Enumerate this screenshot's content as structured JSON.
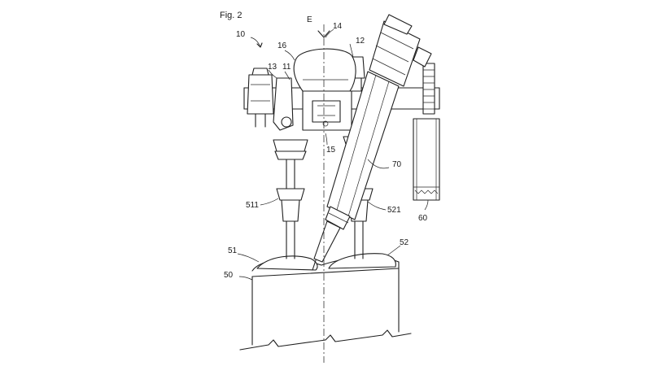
{
  "figure": {
    "title": "Fig. 2",
    "labels": {
      "l10": "10",
      "lE": "E",
      "l14": "14",
      "l16": "16",
      "l12": "12",
      "l13": "13",
      "l11": "11",
      "l15": "15",
      "l70": "70",
      "l511": "511",
      "l521": "521",
      "l60": "60",
      "l51": "51",
      "l52": "52",
      "l50": "50"
    }
  }
}
